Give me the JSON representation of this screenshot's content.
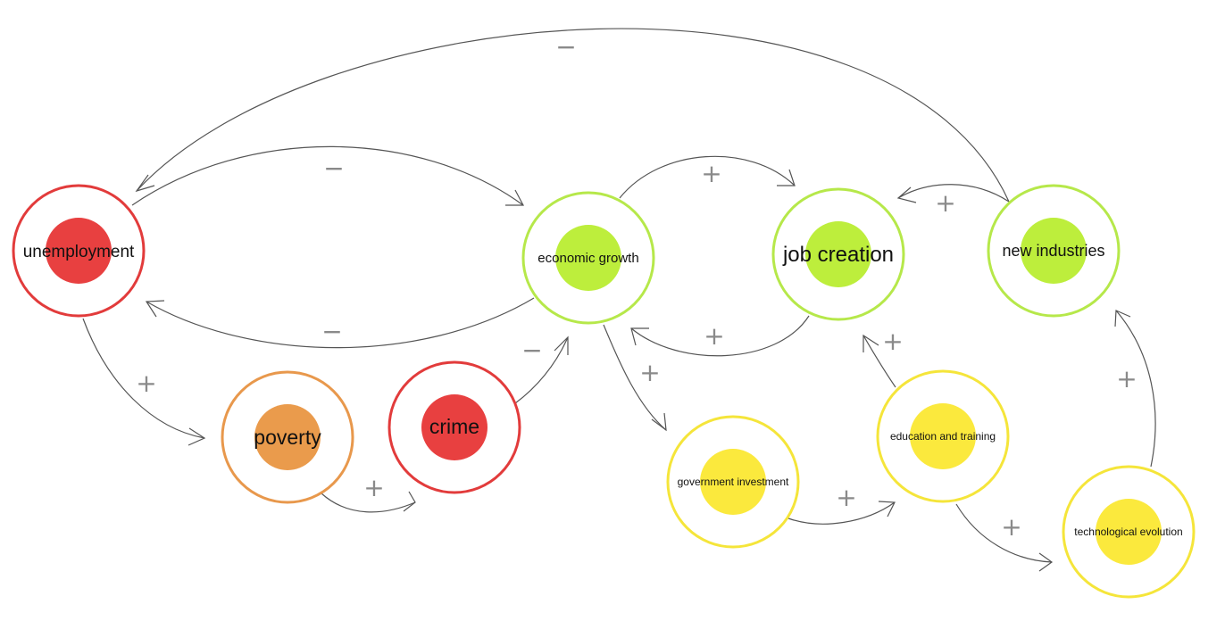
{
  "nodes": [
    {
      "id": "unemployment",
      "label": "unemployment",
      "ring_color": "#e23b3b",
      "core_color": "#e84040"
    },
    {
      "id": "poverty",
      "label": "poverty",
      "ring_color": "#e8984c",
      "core_color": "#ea9b4c"
    },
    {
      "id": "crime",
      "label": "crime",
      "ring_color": "#e23b3b",
      "core_color": "#e84040"
    },
    {
      "id": "economic_growth",
      "label": "economic growth",
      "ring_color": "#b6e84a",
      "core_color": "#bdee3c"
    },
    {
      "id": "job_creation",
      "label": "job creation",
      "ring_color": "#b6e84a",
      "core_color": "#bdee3c"
    },
    {
      "id": "new_industries",
      "label": "new industries",
      "ring_color": "#b6e84a",
      "core_color": "#bdee3c"
    },
    {
      "id": "government_investment",
      "label": "government investment",
      "ring_color": "#f5e53a",
      "core_color": "#fbe93d"
    },
    {
      "id": "education_training",
      "label": "education and training",
      "ring_color": "#f5e53a",
      "core_color": "#fbe93d"
    },
    {
      "id": "technological_evolution",
      "label": "technological evolution",
      "ring_color": "#f5e53a",
      "core_color": "#fbe93d"
    }
  ],
  "edges": [
    {
      "from": "new_industries",
      "to": "unemployment",
      "polarity": "−"
    },
    {
      "from": "unemployment",
      "to": "economic_growth",
      "polarity": "−"
    },
    {
      "from": "economic_growth",
      "to": "unemployment",
      "polarity": "−"
    },
    {
      "from": "economic_growth",
      "to": "job_creation",
      "polarity": "+"
    },
    {
      "from": "job_creation",
      "to": "economic_growth",
      "polarity": "+"
    },
    {
      "from": "new_industries",
      "to": "job_creation",
      "polarity": "+"
    },
    {
      "from": "unemployment",
      "to": "poverty",
      "polarity": "+"
    },
    {
      "from": "poverty",
      "to": "crime",
      "polarity": "+"
    },
    {
      "from": "crime",
      "to": "economic_growth",
      "polarity": "−"
    },
    {
      "from": "economic_growth",
      "to": "government_investment",
      "polarity": "+"
    },
    {
      "from": "government_investment",
      "to": "education_training",
      "polarity": "+"
    },
    {
      "from": "education_training",
      "to": "job_creation",
      "polarity": "+"
    },
    {
      "from": "education_training",
      "to": "technological_evolution",
      "polarity": "+"
    },
    {
      "from": "technological_evolution",
      "to": "new_industries",
      "polarity": "+"
    }
  ]
}
